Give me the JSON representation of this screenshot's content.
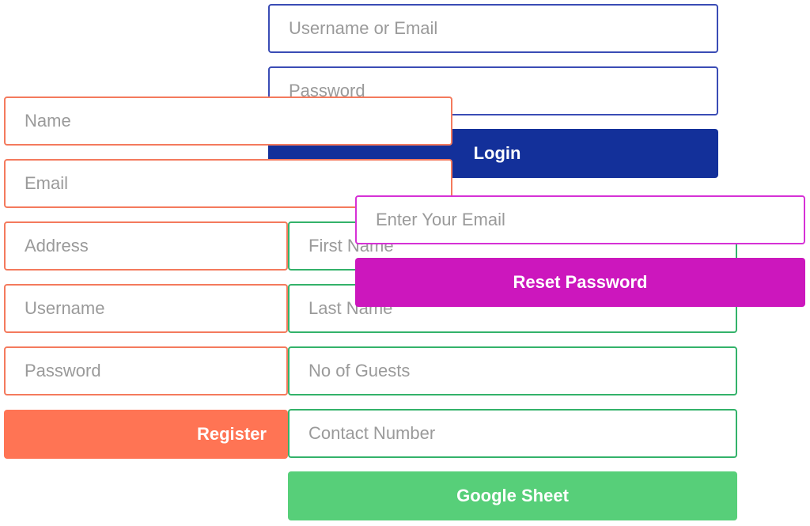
{
  "login_form": {
    "username_placeholder": "Username or Email",
    "password_placeholder": "Password",
    "button_label": "Login",
    "accent_color": "#13309a"
  },
  "sheet_form": {
    "first_name_placeholder": "First Name",
    "last_name_placeholder": "Last Name",
    "guests_placeholder": "No of Guests",
    "contact_placeholder": "Contact Number",
    "button_label": "Google Sheet",
    "accent_color": "#57cf79"
  },
  "register_form": {
    "name_placeholder": "Name",
    "email_placeholder": "Email",
    "address_placeholder": "Address",
    "username_placeholder": "Username",
    "password_placeholder": "Password",
    "button_label": "Register",
    "accent_color": "#ff7454"
  },
  "reset_form": {
    "email_placeholder": "Enter Your Email",
    "button_label": "Reset Password",
    "accent_color": "#cc17bd"
  }
}
